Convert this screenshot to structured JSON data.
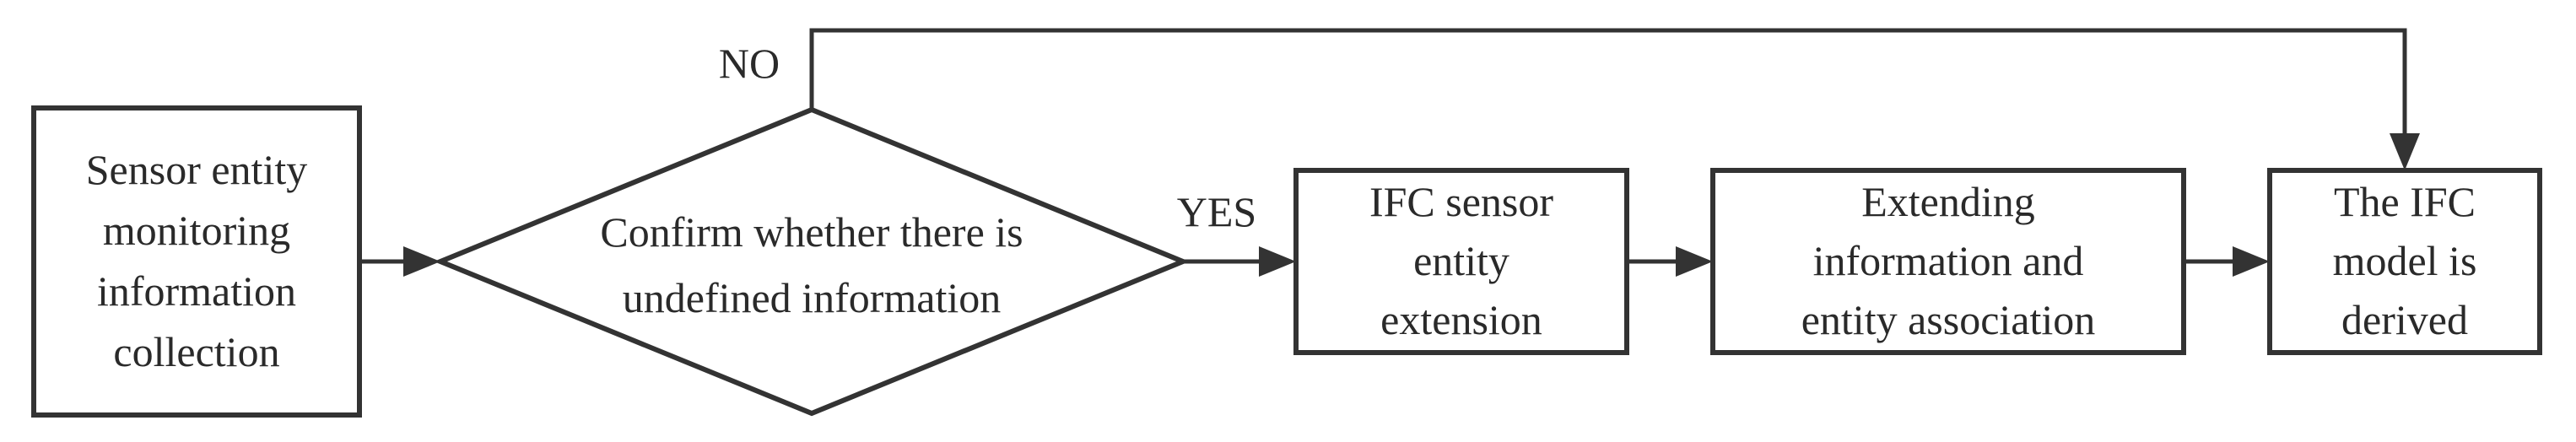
{
  "nodes": {
    "sensor_collection": {
      "lines": [
        "Sensor entity",
        "monitoring",
        "information",
        "collection"
      ]
    },
    "confirm_decision": {
      "lines": [
        "Confirm whether there is",
        "undefined information"
      ]
    },
    "ifc_extension": {
      "lines": [
        "IFC sensor",
        "entity",
        "extension"
      ]
    },
    "extending_info": {
      "lines": [
        "Extending",
        "information and",
        "entity association"
      ]
    },
    "ifc_derived": {
      "lines": [
        "The IFC",
        "model is",
        "derived"
      ]
    }
  },
  "edges": {
    "yes_label": "YES",
    "no_label": "NO"
  },
  "colors": {
    "stroke": "#333333",
    "text": "#2a2a2a",
    "background": "#ffffff"
  }
}
